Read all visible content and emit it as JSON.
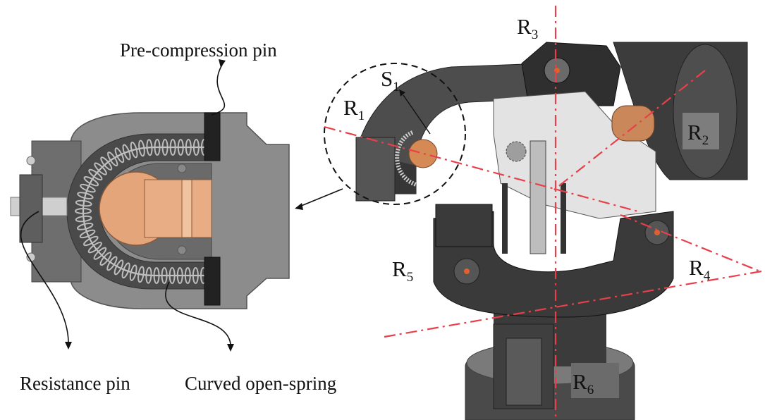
{
  "labels": {
    "pre_compression_pin": "Pre-compression  pin",
    "resistance_pin": "Resistance pin",
    "curved_open_spring": "Curved open-spring",
    "s1": {
      "base": "S",
      "sub": "1"
    },
    "r1": {
      "base": "R",
      "sub": "1"
    },
    "r2": {
      "base": "R",
      "sub": "2"
    },
    "r3": {
      "base": "R",
      "sub": "3"
    },
    "r4": {
      "base": "R",
      "sub": "4"
    },
    "r5": {
      "base": "R",
      "sub": "5"
    },
    "r6": {
      "base": "R",
      "sub": "6"
    }
  },
  "colors": {
    "axis": "#e8404a",
    "housing_dark": "#3a3a3a",
    "housing_mid": "#5a5a5a",
    "housing_light": "#8a8a8a",
    "copper": "#e4a57a",
    "metal_light": "#d9d9d9",
    "spring": "#b5b5b5"
  }
}
